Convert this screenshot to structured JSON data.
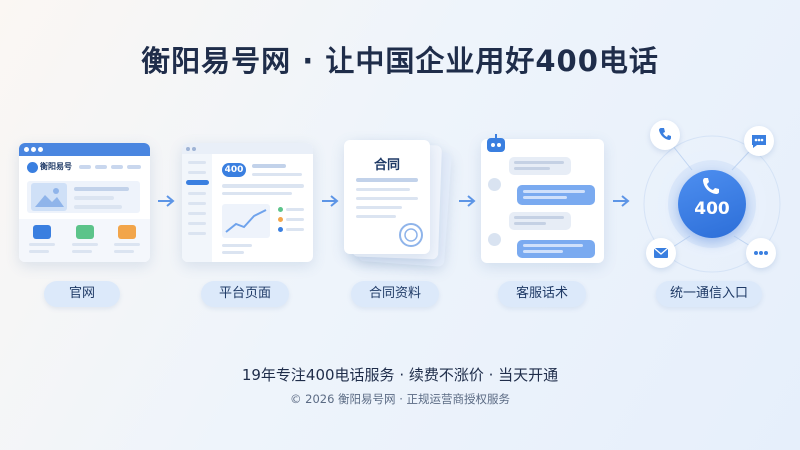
{
  "title": "衡阳易号网 · 让中国企业用好400电话",
  "steps": [
    {
      "label": "官网",
      "icon": "website-icon"
    },
    {
      "label": "平台页面",
      "icon": "platform-page-icon"
    },
    {
      "label": "合同资料",
      "icon": "contract-icon"
    },
    {
      "label": "客服话术",
      "icon": "chat-script-icon"
    },
    {
      "label": "统一通信入口",
      "icon": "phone-hub-icon"
    }
  ],
  "mock": {
    "site_logo_text": "衡阳易号",
    "platform_badge": "400",
    "contract_title": "合同",
    "hub_number": "400"
  },
  "footer": {
    "tagline": "19年专注400电话服务 · 续费不涨价 · 当天开通",
    "copyright": "© 2026 衡阳易号网 · 正规运营商授权服务"
  },
  "colors": {
    "accent": "#3a7fe0",
    "pill_bg": "#dce9fa",
    "title": "#1f2d4a"
  }
}
